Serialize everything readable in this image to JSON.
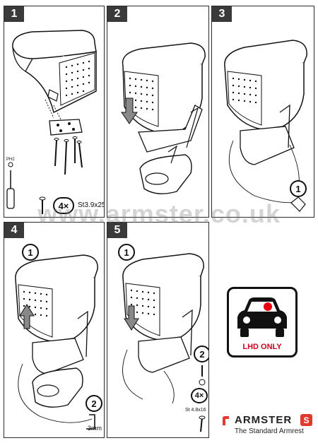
{
  "steps": [
    {
      "number": "1",
      "callout_multiplier": "4×",
      "screw_spec": "St3.9x25",
      "tool_label": "PH2"
    },
    {
      "number": "2"
    },
    {
      "number": "3",
      "callout": "1"
    },
    {
      "number": "4",
      "callout_a": "1",
      "callout_b": "2",
      "tool_size": "3mm"
    },
    {
      "number": "5",
      "callout_a": "1",
      "callout_b": "2",
      "callout_multiplier": "4×",
      "screw_spec": "St 4.8x16"
    }
  ],
  "watermark": "www.armster.co.uk",
  "lhd_badge": {
    "label": "LHD ONLY",
    "dot_color": "#e8000f",
    "label_color": "#d0021b"
  },
  "brand": {
    "name": "ARMSTER",
    "badge": "S",
    "tagline": "The Standard Armrest",
    "accent_color": "#e03a2f"
  }
}
